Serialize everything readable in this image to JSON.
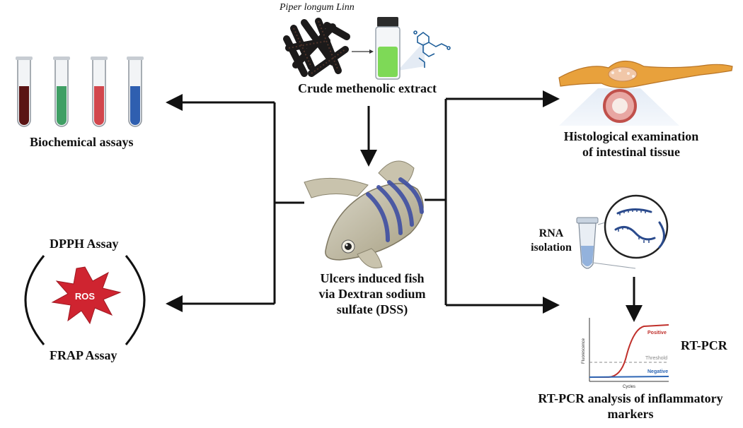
{
  "source": {
    "plant_name": "Piper longum Linn",
    "extract_label": "Crude methenolic extract"
  },
  "center": {
    "fish_label_line1": "Ulcers induced fish",
    "fish_label_line2": "via Dextran sodium",
    "fish_label_line3": "sulfate (DSS)"
  },
  "left": {
    "biochemical_label": "Biochemical assays",
    "dpph_label": "DPPH Assay",
    "ros_label": "ROS",
    "frap_label": "FRAP  Assay"
  },
  "right": {
    "histology_line1": "Histological examination",
    "histology_line2": "of intestinal tissue",
    "rna_line1": "RNA",
    "rna_line2": "isolation",
    "rtpcr_side_label": "RT-PCR",
    "rtpcr_line1": "RT-PCR analysis of inflammatory",
    "rtpcr_line2": "markers"
  },
  "qpcr_chart": {
    "positive_label": "Positive",
    "threshold_label": "Threshold",
    "negative_label": "Negative",
    "ylabel": "Fluorescence",
    "xlabel": "Cycles"
  },
  "colors": {
    "tube_colors": [
      "#5a1414",
      "#3f9f64",
      "#d2474d",
      "#2f5fb0"
    ],
    "extract_green": "#7ed957",
    "ros_red": "#cf2430",
    "positive_curve": "#c0302b",
    "negative_curve": "#2d66b5",
    "fish_stripe": "#3f4fa3"
  }
}
